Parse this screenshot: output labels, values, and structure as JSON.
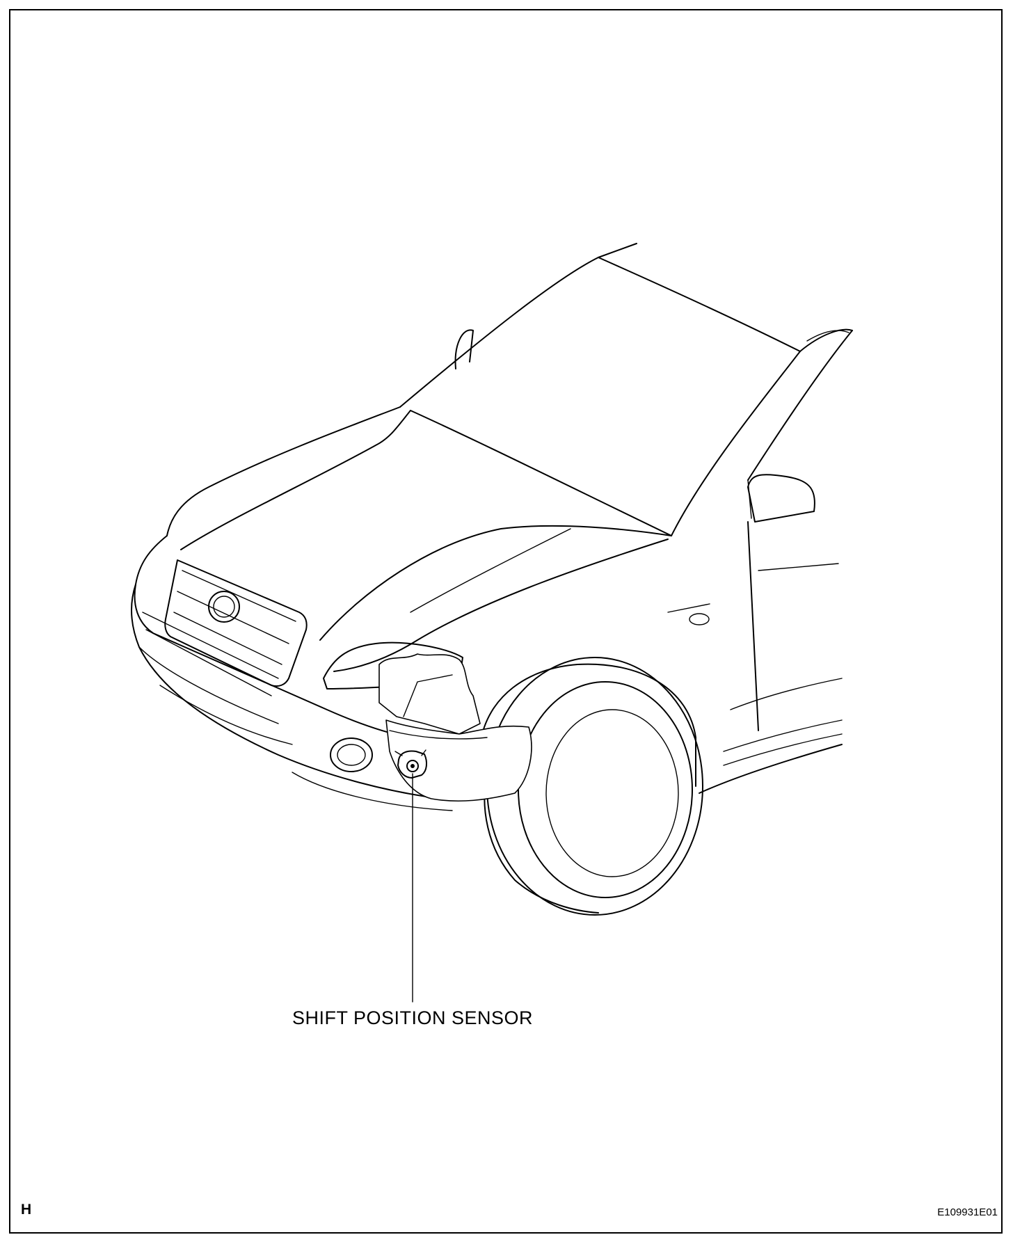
{
  "diagram": {
    "callout_label": "SHIFT POSITION SENSOR",
    "section_code": "H",
    "figure_id": "E109931E01"
  },
  "icons": {
    "vehicle": "vehicle-front-illustration-icon",
    "sensor": "shift-position-sensor-icon"
  },
  "colors": {
    "line": "#000000",
    "background": "#ffffff"
  }
}
